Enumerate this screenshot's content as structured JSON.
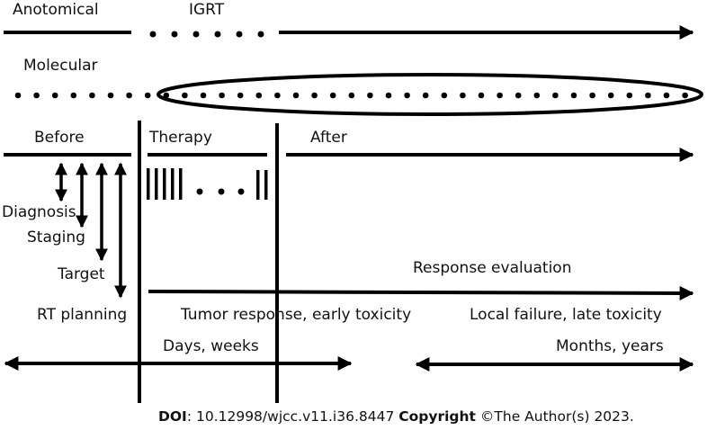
{
  "rows": {
    "anatomical_label": "Anotomical",
    "igrt_label": "IGRT",
    "molecular_label": "Molecular"
  },
  "phases": {
    "before": "Before",
    "therapy": "Therapy",
    "after": "After"
  },
  "steps": {
    "diagnosis": "Diagnosis",
    "staging": "Staging",
    "target": "Target",
    "rt_planning": "RT planning"
  },
  "response": {
    "evaluation": "Response evaluation",
    "early": "Tumor response, early toxicity",
    "late": "Local failure, late toxicity"
  },
  "timescales": {
    "short": "Days, weeks",
    "long": "Months, years"
  },
  "footer": {
    "doi_label": "DOI",
    "doi_value": ": 10.12998/wjcc.v11.i36.8447 ",
    "copyright_label": "Copyright",
    "copyright_value": " ©The Author(s) 2023."
  }
}
